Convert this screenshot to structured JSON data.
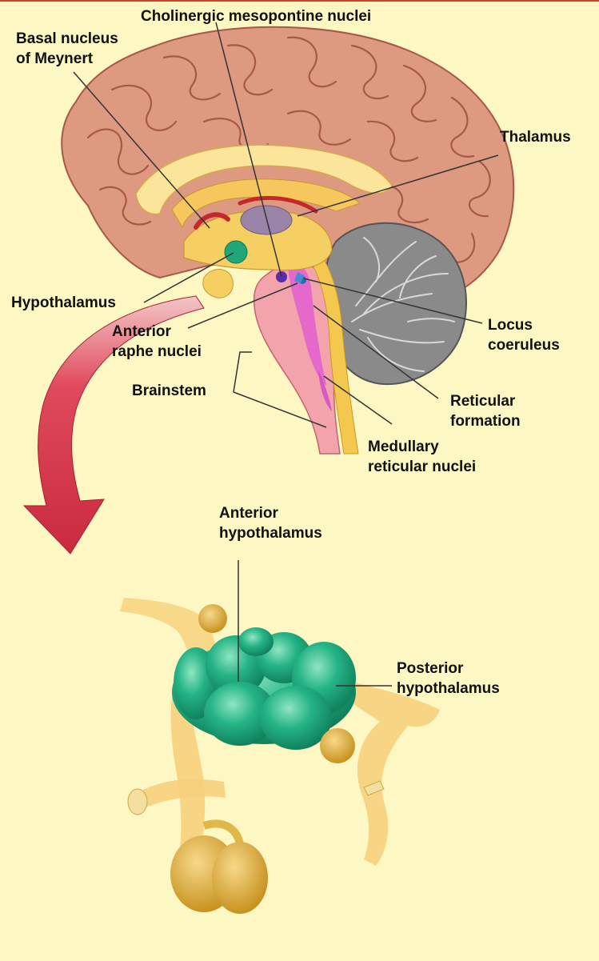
{
  "labels": {
    "cholinergic": "Cholinergic mesopontine nuclei",
    "basal_1": "Basal nucleus",
    "basal_2": "of Meynert",
    "thalamus": "Thalamus",
    "hypothalamus": "Hypothalamus",
    "locus_1": "Locus",
    "locus_2": "coeruleus",
    "raphe_1": "Anterior",
    "raphe_2": "raphe nuclei",
    "brainstem": "Brainstem",
    "reticular_1": "Reticular",
    "reticular_2": "formation",
    "medullary_1": "Medullary",
    "medullary_2": "reticular nuclei",
    "ant_hypo_1": "Anterior",
    "ant_hypo_2": "hypothalamus",
    "post_hypo_1": "Posterior",
    "post_hypo_2": "hypothalamus"
  },
  "colors": {
    "background": "#fdf7c3",
    "cortex": "#dd9a80",
    "cortex_dark": "#a8584a",
    "cerebellum": "#7f7f7f",
    "brainstem": "#f0a0a8",
    "hypothalamus_nuclei": "#1fa77a",
    "yellow_structures": "#f6cf63",
    "arrow": "#d8354a"
  }
}
